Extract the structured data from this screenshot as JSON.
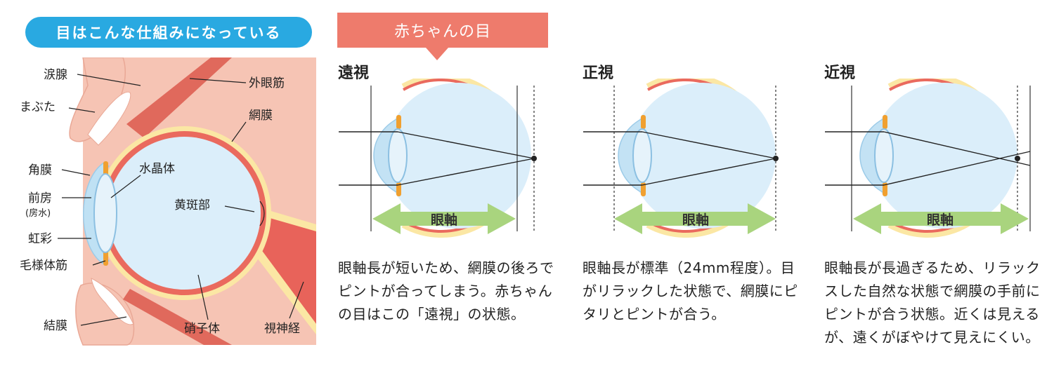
{
  "anatomy": {
    "header": "目はこんな仕組みになっている",
    "labels": {
      "lacrimal_gland": "涙腺",
      "external_muscle": "外眼筋",
      "eyelid": "まぶた",
      "retina": "網膜",
      "cornea": "角膜",
      "lens": "水晶体",
      "anterior_chamber": "前房",
      "aqueous": "(房水)",
      "macula": "黄斑部",
      "iris": "虹彩",
      "ciliary": "毛様体筋",
      "conjunctiva": "結膜",
      "vitreous": "硝子体",
      "optic_nerve": "視神経"
    }
  },
  "baby_banner": "赤ちゃんの目",
  "axis_label": "眼軸",
  "panels": [
    {
      "id": "hyperopia",
      "title": "遠視",
      "desc": "眼軸長が短いため、網膜の後ろでピントが合ってしまう。赤ちゃんの目はこの「遠視」の状態。"
    },
    {
      "id": "normal",
      "title": "正視",
      "desc": "眼軸長が標準（24mm程度）。目がリラックした状態で、網膜にピタリとピントが合う。"
    },
    {
      "id": "myopia",
      "title": "近視",
      "desc": "眼軸長が長過ぎるため、リラックスした自然な状態で網膜の手前にピントが合う状態。近くは見えるが、遠くがぼやけて見えにくい。"
    }
  ],
  "colors": {
    "pill": "#29a9e1",
    "ribbon": "#ee7b6c",
    "skin": "#f6c4b4",
    "retina": "#ea6a5e",
    "sclera": "#fbe7a4",
    "vitreous": "#dbeefa",
    "arrow": "#a9d47e"
  }
}
